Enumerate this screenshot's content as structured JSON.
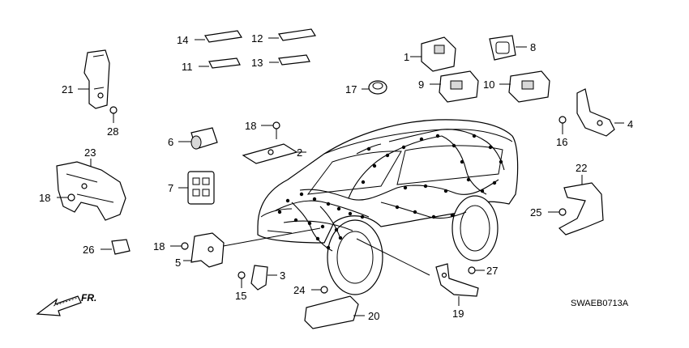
{
  "diagram_code": "SWAEB0713A",
  "direction_label": "FR.",
  "callouts": [
    "1",
    "2",
    "3",
    "4",
    "5",
    "6",
    "7",
    "8",
    "9",
    "10",
    "11",
    "12",
    "13",
    "14",
    "15",
    "16",
    "17",
    "18",
    "18",
    "18",
    "19",
    "20",
    "21",
    "22",
    "23",
    "24",
    "25",
    "26",
    "27",
    "28"
  ]
}
